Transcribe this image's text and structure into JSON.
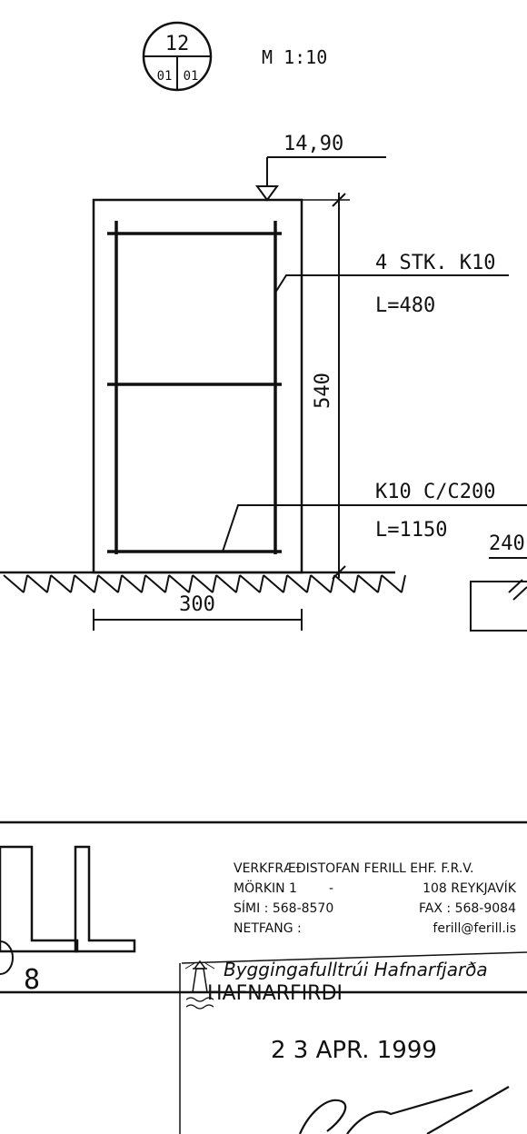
{
  "detail_marker": {
    "number": "12",
    "sheet_left": "01",
    "sheet_right": "01"
  },
  "scale_label": "M 1:10",
  "elevation_label": "14,90",
  "dimensions": {
    "height": "540",
    "width": "300",
    "partial": "240"
  },
  "rebar_callouts": [
    {
      "spec": "4 STK. K10",
      "length": "L=480"
    },
    {
      "spec": "K10 C/C200",
      "length": "L=1150"
    }
  ],
  "title_block": {
    "logo_fragment": "LL",
    "company_name": "VERKFRÆÐISTOFAN FERILL EHF. F.R.V.",
    "address_street": "MÖRKIN 1",
    "address_dash": "-",
    "address_city": "108  REYKJAVÍK",
    "phone": "SÍMI : 568-8570",
    "fax": "FAX : 568-9084",
    "email_label": "NETFANG :",
    "email": "ferill@ferill.is",
    "drawing_no_fragment": "8"
  },
  "approval_stamp": {
    "authority": "Byggingafulltrúi Hafnarfjarða",
    "town": "HAFNARFIRÐI",
    "date": "2 3 APR. 1999"
  }
}
